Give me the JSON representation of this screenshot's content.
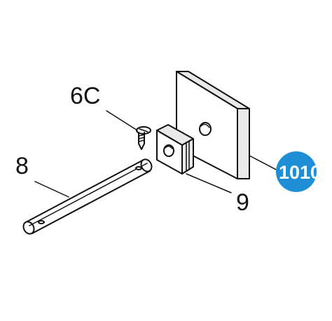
{
  "labels": {
    "screw": "6C",
    "rod": "8",
    "block": "9"
  },
  "badge": {
    "text": "1010",
    "color": "#1e8fd6"
  },
  "colors": {
    "line": "#111111",
    "shade": "#e9e9e9",
    "background": "#ffffff"
  }
}
